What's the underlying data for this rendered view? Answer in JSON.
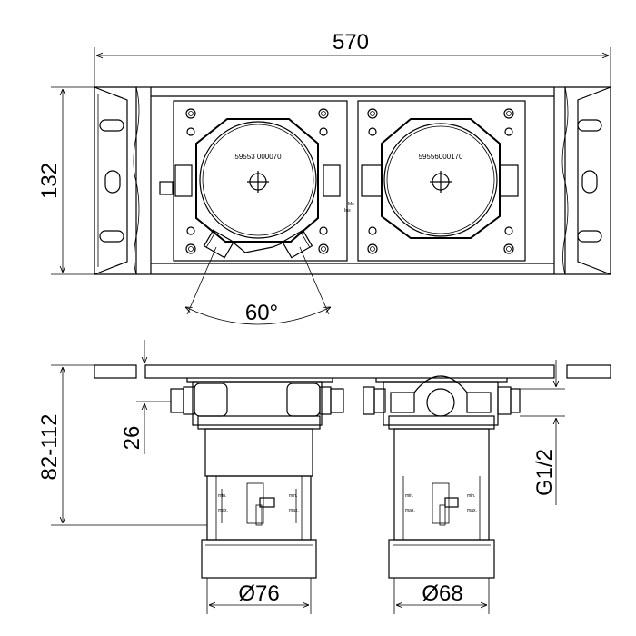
{
  "dimensions": {
    "width": "570",
    "height": "132",
    "angle": "60°",
    "depth": "82-112",
    "offset": "26",
    "thread": "G1/2",
    "diameter_left": "Ø76",
    "diameter_right": "Ø68"
  },
  "parts": {
    "left_code": "59553 000070",
    "right_code": "59556000170",
    "side_label_1": "Me",
    "side_label_2": "Ins"
  },
  "scale_marks": {
    "top_left": "min.",
    "bottom_left": "max.",
    "top_right": "min.",
    "bottom_right": "max."
  }
}
